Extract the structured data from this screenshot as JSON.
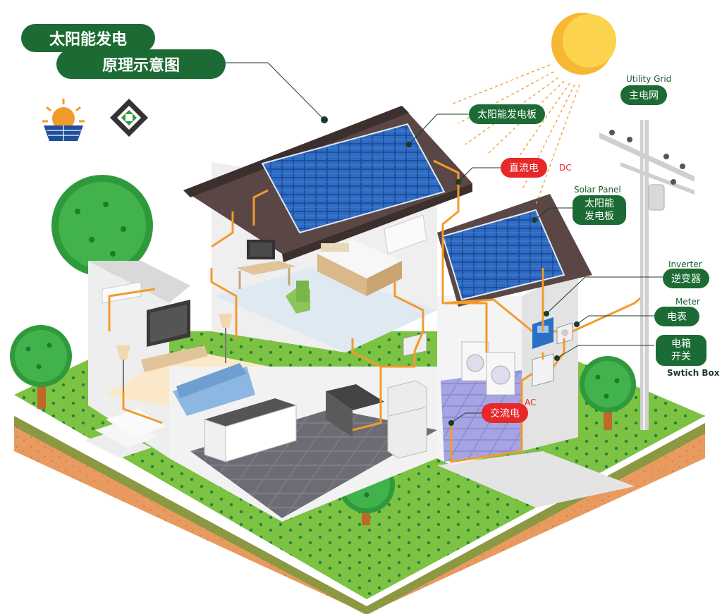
{
  "title": {
    "line1": "太阳能发电",
    "line2": "原理示意图"
  },
  "labels": {
    "solar_panel_top": "太阳能发电板",
    "dc": {
      "cn": "直流电",
      "en": "DC"
    },
    "utility_grid": {
      "en": "Utility Grid",
      "cn": "主电网"
    },
    "solar_panel_side": {
      "en": "Solar Panel",
      "cn_line1": "太阳能",
      "cn_line2": "发电板"
    },
    "inverter": {
      "en": "Inverter",
      "cn": "逆变器"
    },
    "meter": {
      "en": "Meter",
      "cn": "电表"
    },
    "switch_box": {
      "cn_line1": "电箱",
      "cn_line2": "开关",
      "en": "Swtich Box"
    },
    "ac": {
      "cn": "交流电",
      "en": "AC"
    }
  },
  "colors": {
    "brand_green": "#1c6b34",
    "wire_orange": "#f39a2c",
    "accent_red": "#e8272b",
    "sun": "#f7b733",
    "grass": "#7cc243",
    "soil": "#e99a5f"
  },
  "icons": {
    "logo_left": "solar-sun-logo-icon",
    "logo_right": "company-logo-icon"
  }
}
